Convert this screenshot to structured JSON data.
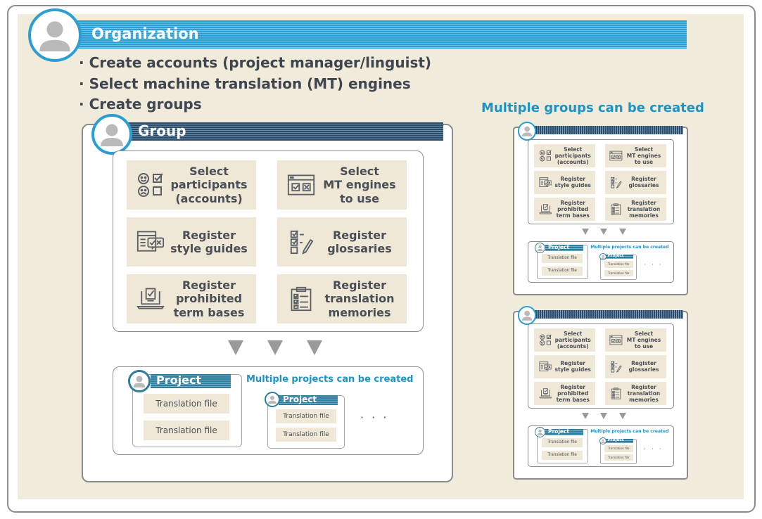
{
  "organization": {
    "title": "Organization",
    "bullets": [
      "Create accounts (project manager/linguist)",
      "Select machine translation (MT) engines",
      "Create groups"
    ]
  },
  "multiple_groups_label": "Multiple groups can be created",
  "group": {
    "title": "Group",
    "tasks": [
      {
        "label": "Select participants (accounts)",
        "lines": [
          "Select",
          "participants",
          "(accounts)"
        ],
        "icon": "faces-checkbox-icon"
      },
      {
        "label": "Select MT engines to use",
        "lines": [
          "Select",
          "MT engines",
          "to use"
        ],
        "icon": "browser-checkbox-icon"
      },
      {
        "label": "Register style guides",
        "lines": [
          "Register",
          "style guides"
        ],
        "icon": "document-check-icon"
      },
      {
        "label": "Register glossaries",
        "lines": [
          "Register",
          "glossaries"
        ],
        "icon": "checklist-pencil-icon"
      },
      {
        "label": "Register prohibited term bases",
        "lines": [
          "Register",
          "prohibited",
          "term bases"
        ],
        "icon": "laptop-check-icon"
      },
      {
        "label": "Register translation memories",
        "lines": [
          "Register",
          "translation",
          "memories"
        ],
        "icon": "clipboard-list-icon"
      }
    ],
    "project": {
      "title": "Project",
      "files": [
        "Translation file",
        "Translation file"
      ]
    },
    "multiple_projects_label": "Multiple projects can be created",
    "ellipsis": "· · ·"
  },
  "colors": {
    "org_bar": "#2b9fd3",
    "group_bar": "#2b4d6b",
    "project_bar": "#2f7e9e",
    "accent_text": "#1e93c6",
    "tile_bg": "#efe8d6",
    "canvas_bg": "#f0ebdb"
  }
}
